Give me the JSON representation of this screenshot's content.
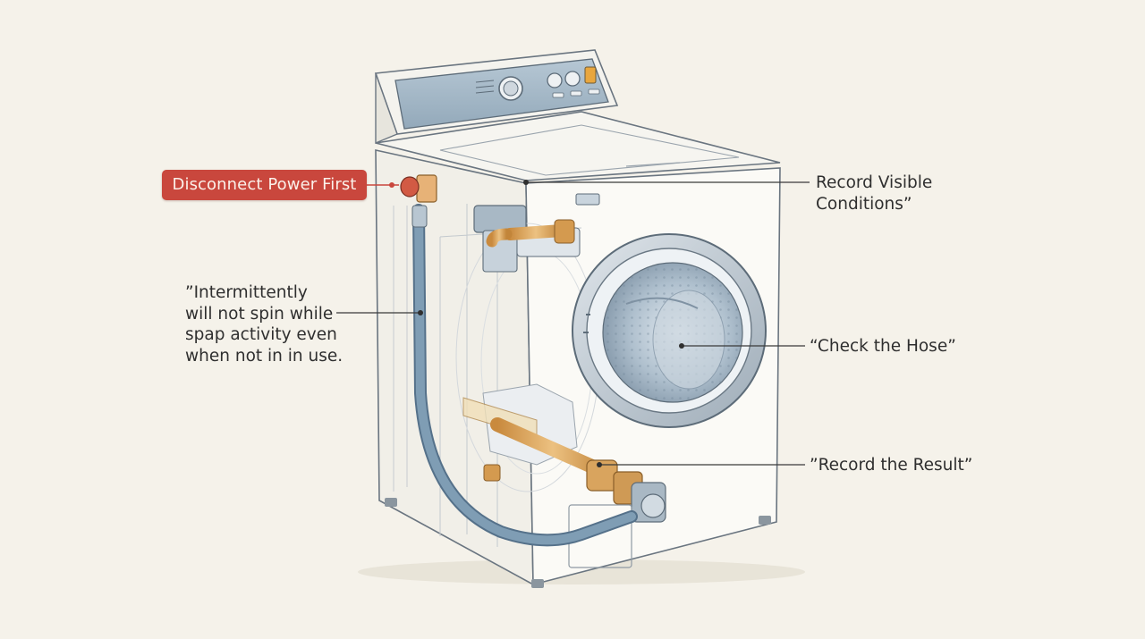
{
  "warning": {
    "label": "Disconnect Power First",
    "color": "#c9473d"
  },
  "callouts": {
    "conditions": {
      "lines": [
        "Record Visible",
        "Conditions”"
      ]
    },
    "spin": {
      "lines": [
        "”Intermittently",
        "will not spin while",
        "spap activity even",
        "when not in in use."
      ]
    },
    "hose": {
      "lines": [
        "“Check the Hose”"
      ]
    },
    "result": {
      "lines": [
        "”Record the Result”"
      ]
    }
  },
  "colors": {
    "background": "#f5f2ea",
    "cabinet": "#f9f8f4",
    "outline": "#5f6a74",
    "control_panel": "#a9bccb",
    "hose": "#6f8ea6",
    "copper_pipe": "#d9a45e",
    "drum": "#b9c7d3"
  }
}
